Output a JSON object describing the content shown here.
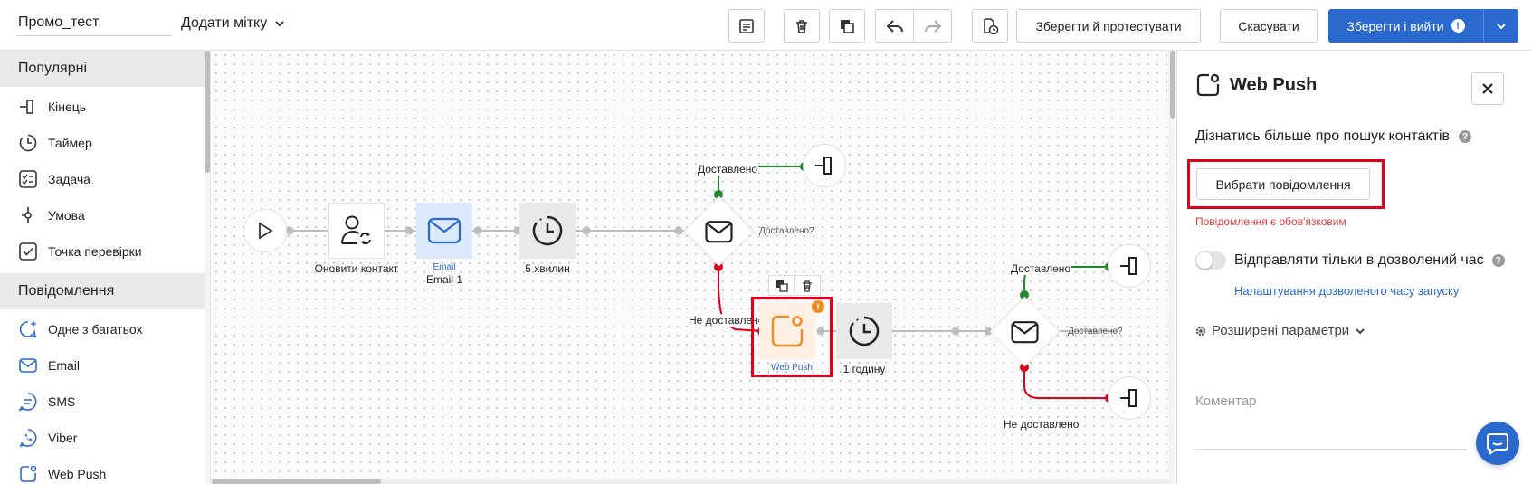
{
  "header": {
    "name_value": "Промо_тест",
    "add_tag_label": "Додати мітку",
    "save_test_label": "Зберегти й протестувати",
    "cancel_label": "Скасувати",
    "save_exit_label": "Зберегти і вийти",
    "save_exit_warning": "!"
  },
  "sidebar": {
    "sections": [
      {
        "title": "Популярні"
      },
      {
        "title": "Повідомлення"
      }
    ],
    "popular": [
      "Кінець",
      "Таймер",
      "Задача",
      "Умова",
      "Точка перевірки"
    ],
    "messages": [
      "Одне з багатьох",
      "Email",
      "SMS",
      "Viber",
      "Web Push"
    ]
  },
  "canvas": {
    "update_contact": "Оновити контакт",
    "email_type": "Email",
    "email_name": "Email 1",
    "timer1": "5 хвилин",
    "timer2": "1 годину",
    "webpush_type": "Web Push",
    "delivered": "Доставлено",
    "not_delivered": "Не доставлено",
    "delivered_q": "Доставлено?",
    "warning": "!"
  },
  "panel": {
    "title": "Web Push",
    "learn_more": "Дізнатись більше про пошук контактів",
    "help": "?",
    "choose_message": "Вибрати повідомлення",
    "error": "Повідомлення є обов'язковим",
    "send_allowed": "Відправляти тільки в дозволений час",
    "time_settings": "Налаштування дозволеного часу запуску",
    "advanced": "Розширені параметри",
    "comment": "Коментар"
  },
  "colors": {
    "primary": "#2a6acf",
    "success": "#1f8a2b",
    "danger": "#e0001b",
    "webpush_orange": "#f08a24"
  }
}
